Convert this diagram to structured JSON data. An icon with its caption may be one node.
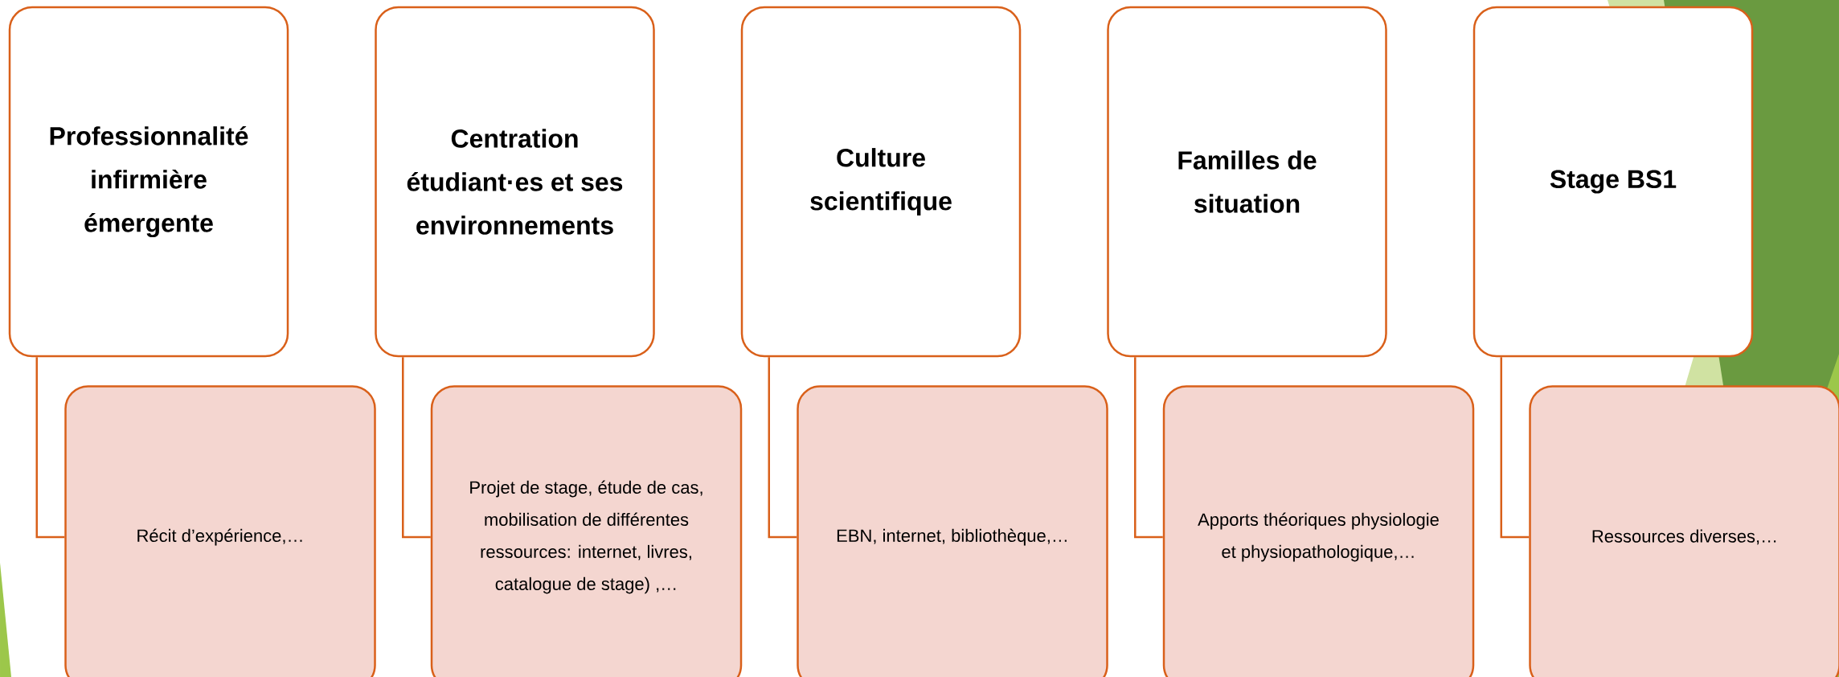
{
  "diagram": {
    "nodes": [
      {
        "text": [
          "Professionnalité infirmière émergente"
        ]
      },
      {
        "text": [
          "Récit d’expérience,…"
        ]
      },
      {
        "text": [
          "Centration étudiant·es et ses environnements"
        ]
      },
      {
        "text": [
          "Projet de stage, étude de cas,",
          "mobilisation de différentes ressources: internet, livres, catalogue de stage) ,…"
        ]
      },
      {
        "text": [
          "Culture scientifique"
        ]
      },
      {
        "text": [
          "EBN,  internet, bibliothèque,…"
        ]
      },
      {
        "text": [
          "Familles de situation"
        ]
      },
      {
        "text": [
          "Apports théoriques physiologie et physiopathologique,…"
        ]
      },
      {
        "text": [
          "Stage BS1"
        ]
      },
      {
        "text": [
          "Ressources diverses,…"
        ]
      }
    ],
    "edges": [
      {
        "from": 0,
        "to": 1,
        "arrow": "none"
      },
      {
        "from": 2,
        "to": 3,
        "arrow": "none"
      },
      {
        "from": 4,
        "to": 5,
        "arrow": "none"
      },
      {
        "from": 6,
        "to": 7,
        "arrow": "none"
      },
      {
        "from": 8,
        "to": 9,
        "arrow": "none"
      }
    ]
  }
}
